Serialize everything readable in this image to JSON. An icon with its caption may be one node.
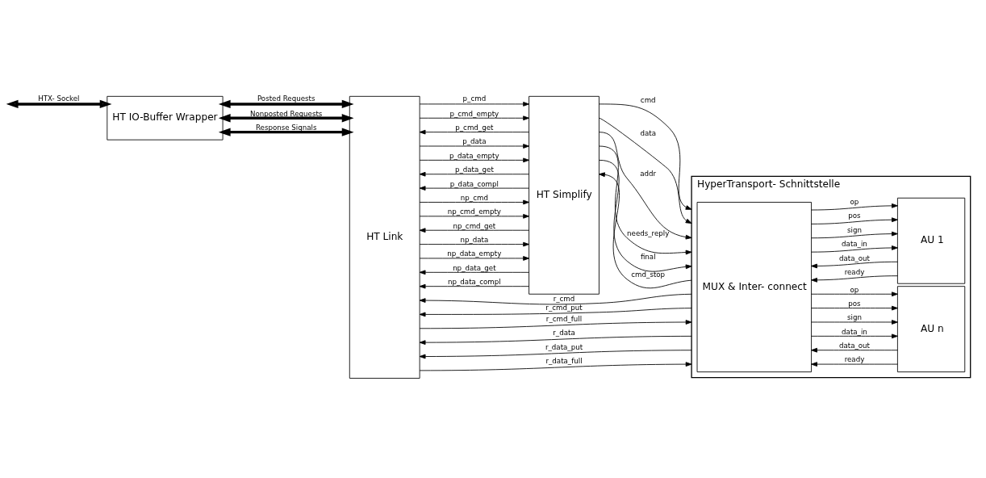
{
  "diagram": {
    "nodes": [
      {
        "text": [
          "HT IO-Buffer Wrapper"
        ]
      },
      {
        "text": [
          "HT Link"
        ]
      },
      {
        "text": [
          "HT Simplify"
        ]
      },
      {
        "text": [
          "HyperTransport- Schnittstelle"
        ]
      },
      {
        "text": [
          "MUX & Inter- connect"
        ],
        "in": 3
      },
      {
        "text": [
          "AU 1"
        ],
        "in": 3
      },
      {
        "text": [
          "AU n"
        ],
        "in": 3
      }
    ],
    "edges": [
      {
        "from": null,
        "to": 0,
        "arrow": "both",
        "label": "HTX- Sockel",
        "style": "thick"
      },
      {
        "from": 0,
        "to": 1,
        "arrow": "both",
        "label": "Posted Requests",
        "style": "thick"
      },
      {
        "from": 0,
        "to": 1,
        "arrow": "both",
        "label": "Nonposted Requests",
        "style": "thick"
      },
      {
        "from": 0,
        "to": 1,
        "arrow": "both",
        "label": "Response Signals",
        "style": "thick"
      },
      {
        "from": 1,
        "to": 2,
        "arrow": "to",
        "label": "p_cmd"
      },
      {
        "from": 1,
        "to": 2,
        "arrow": "to",
        "label": "p_cmd_empty"
      },
      {
        "from": 2,
        "to": 1,
        "arrow": "to",
        "label": "p_cmd_get"
      },
      {
        "from": 1,
        "to": 2,
        "arrow": "to",
        "label": "p_data"
      },
      {
        "from": 1,
        "to": 2,
        "arrow": "to",
        "label": "p_data_empty"
      },
      {
        "from": 2,
        "to": 1,
        "arrow": "to",
        "label": "p_data_get"
      },
      {
        "from": 2,
        "to": 1,
        "arrow": "to",
        "label": "p_data_compl"
      },
      {
        "from": 1,
        "to": 2,
        "arrow": "to",
        "label": "np_cmd"
      },
      {
        "from": 1,
        "to": 2,
        "arrow": "to",
        "label": "np_cmd_empty"
      },
      {
        "from": 2,
        "to": 1,
        "arrow": "to",
        "label": "np_cmd_get"
      },
      {
        "from": 1,
        "to": 2,
        "arrow": "to",
        "label": "np_data"
      },
      {
        "from": 1,
        "to": 2,
        "arrow": "to",
        "label": "np_data_empty"
      },
      {
        "from": 2,
        "to": 1,
        "arrow": "to",
        "label": "np_data_get"
      },
      {
        "from": 2,
        "to": 1,
        "arrow": "to",
        "label": "np_data_compl"
      },
      {
        "from": 2,
        "to": 3,
        "arrow": "to",
        "label": "cmd"
      },
      {
        "from": 2,
        "to": 3,
        "arrow": "to",
        "label": "data"
      },
      {
        "from": 2,
        "to": 3,
        "arrow": "to",
        "label": "addr"
      },
      {
        "from": 2,
        "to": 3,
        "arrow": "to",
        "label": "needs_reply"
      },
      {
        "from": 2,
        "to": 3,
        "arrow": "to",
        "label": "final"
      },
      {
        "from": 3,
        "to": 2,
        "arrow": "to",
        "label": "cmd_stop"
      },
      {
        "from": 3,
        "to": 1,
        "arrow": "to",
        "label": "r_cmd"
      },
      {
        "from": 3,
        "to": 1,
        "arrow": "to",
        "label": "r_cmd_put"
      },
      {
        "from": 1,
        "to": 3,
        "arrow": "to",
        "label": "r_cmd_full"
      },
      {
        "from": 3,
        "to": 1,
        "arrow": "to",
        "label": "r_data"
      },
      {
        "from": 3,
        "to": 1,
        "arrow": "to",
        "label": "r_data_put"
      },
      {
        "from": 1,
        "to": 3,
        "arrow": "to",
        "label": "r_data_full"
      },
      {
        "from": 4,
        "to": 5,
        "arrow": "to",
        "label": "op"
      },
      {
        "from": 4,
        "to": 5,
        "arrow": "to",
        "label": "pos"
      },
      {
        "from": 4,
        "to": 5,
        "arrow": "to",
        "label": "sign"
      },
      {
        "from": 4,
        "to": 5,
        "arrow": "to",
        "label": "data_in"
      },
      {
        "from": 5,
        "to": 4,
        "arrow": "to",
        "label": "data_out"
      },
      {
        "from": 5,
        "to": 4,
        "arrow": "to",
        "label": "ready"
      },
      {
        "from": 4,
        "to": 6,
        "arrow": "to",
        "label": "op"
      },
      {
        "from": 4,
        "to": 6,
        "arrow": "to",
        "label": "pos"
      },
      {
        "from": 4,
        "to": 6,
        "arrow": "to",
        "label": "sign"
      },
      {
        "from": 4,
        "to": 6,
        "arrow": "to",
        "label": "data_in"
      },
      {
        "from": 6,
        "to": 4,
        "arrow": "to",
        "label": "data_out"
      },
      {
        "from": 6,
        "to": 4,
        "arrow": "to",
        "label": "ready"
      }
    ]
  }
}
